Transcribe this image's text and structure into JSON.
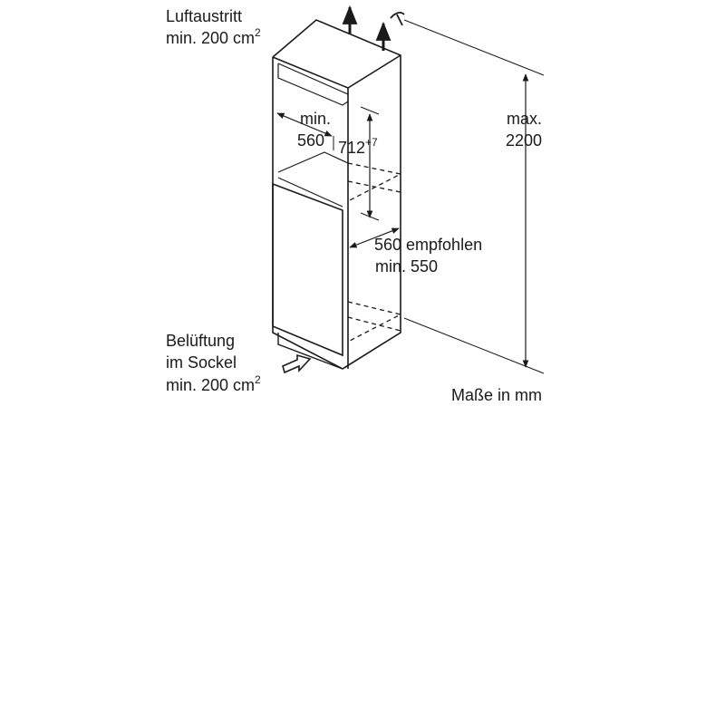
{
  "labels": {
    "air_outlet": {
      "line1": "Luftaustritt",
      "line2": "min. 200 cm",
      "sup": "2"
    },
    "ventilation": {
      "line1": "Belüftung",
      "line2": "im Sockel",
      "line3": "min. 200 cm",
      "sup": "2"
    },
    "niche_width": {
      "line1": "min.",
      "line2": "560"
    },
    "niche_height": {
      "value": "712",
      "sup": "+7"
    },
    "max_height": {
      "line1": "max.",
      "line2": "2200"
    },
    "depth": {
      "line1": "560 empfohlen",
      "line2": "min. 550"
    },
    "units": "Maße in mm"
  },
  "colors": {
    "line": "#1a1a1a",
    "background": "#ffffff"
  }
}
